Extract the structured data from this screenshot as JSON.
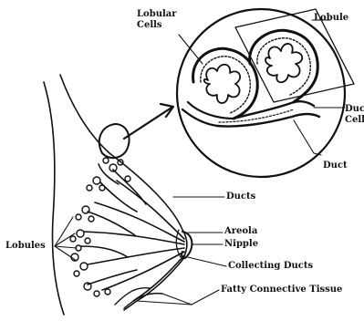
{
  "labels": {
    "lobular_cells_line1": "Lobular",
    "lobular_cells_line2": "Cells",
    "lobule": "Lobule",
    "duct_cells_line1": "Duc",
    "duct_cells_line2": "Cell",
    "duct": "Duct",
    "ducts": "Ducts",
    "areola": "Areola",
    "nipple": "Nipple",
    "collecting_ducts": "Collecting Ducts",
    "lobules": "Lobules",
    "fatty_connective_tissue": "Fatty Connective Tissue"
  },
  "colors": {
    "ink": "#111111",
    "background": "#ffffff"
  }
}
